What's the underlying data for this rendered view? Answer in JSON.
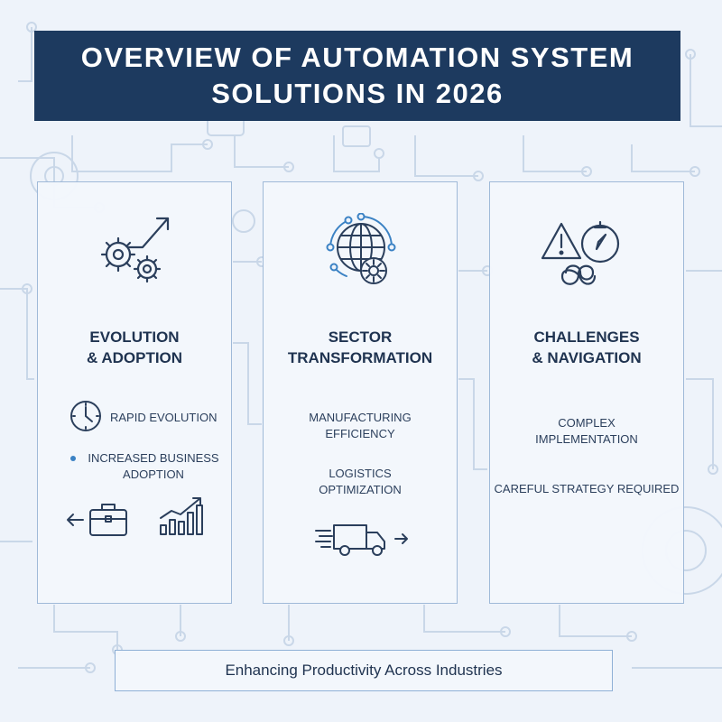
{
  "title": {
    "line1": "OVERVIEW OF AUTOMATION SYSTEM",
    "line2": "SOLUTIONS IN 2026"
  },
  "panels": [
    {
      "icon": "gears-growth-arrow-icon",
      "heading_line1": "EVOLUTION",
      "heading_line2": "& ADOPTION",
      "items": [
        {
          "icon": "clock-icon",
          "line1": "RAPID EVOLUTION"
        },
        {
          "icon": "bullet-dot",
          "line1": "INCREASED BUSINESS",
          "line2": "ADOPTION"
        }
      ],
      "bottom_icons": [
        "left-arrow-icon",
        "briefcase-icon",
        "bar-chart-growth-icon"
      ]
    },
    {
      "icon": "globe-network-icon",
      "heading_line1": "SECTOR",
      "heading_line2": "TRANSFORMATION",
      "items": [
        {
          "line1": "MANUFACTURING",
          "line2": "EFFICIENCY"
        },
        {
          "line1": "LOGISTICS",
          "line2": "OPTIMIZATION"
        }
      ],
      "bottom_icons": [
        "delivery-truck-icon",
        "right-arrow-icon"
      ]
    },
    {
      "icon": "warning-compass-knot-icon",
      "heading_line1": "CHALLENGES",
      "heading_line2": "& NAVIGATION",
      "items": [
        {
          "line1": "COMPLEX",
          "line2": "IMPLEMENTATION"
        },
        {
          "line1": "CAREFUL STRATEGY REQUIRED"
        }
      ]
    }
  ],
  "footer": {
    "text": "Enhancing Productivity Across Industries"
  },
  "colors": {
    "banner": "#1d3a5f",
    "background": "#eef3fa",
    "panel_border": "#9fb9d8",
    "icon_stroke": "#2b3f5c",
    "accent_dot": "#3b82c4"
  }
}
